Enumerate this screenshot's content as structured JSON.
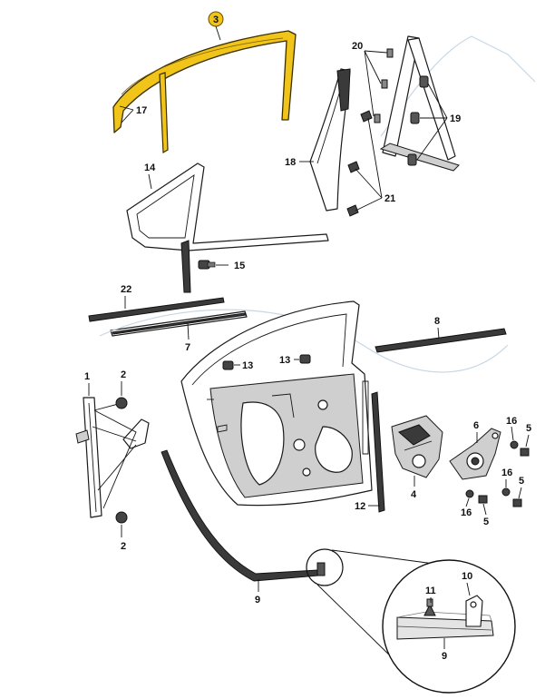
{
  "diagram": {
    "highlight_color": "#f0c419",
    "labels": {
      "l1": "1",
      "l2a": "2",
      "l2b": "2",
      "l3": "3",
      "l4": "4",
      "l5a": "5",
      "l5b": "5",
      "l6": "6",
      "l7": "7",
      "l8": "8",
      "l9a": "9",
      "l9b": "9",
      "l10": "10",
      "l11": "11",
      "l12": "12",
      "l13a": "13",
      "l13b": "13",
      "l14": "14",
      "l15": "15",
      "l16a": "16",
      "l16b": "16",
      "l17": "17",
      "l18": "18",
      "l19": "19",
      "l20": "20",
      "l21": "21",
      "l22": "22"
    }
  }
}
